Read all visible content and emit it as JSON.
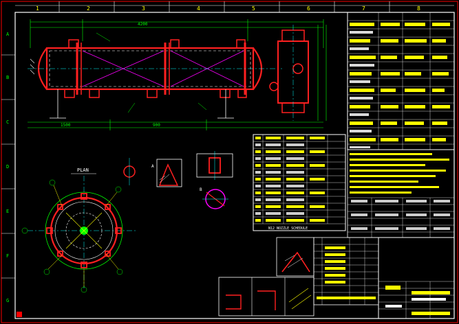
{
  "top_ruler": [
    "1",
    "2",
    "3",
    "4",
    "5",
    "6",
    "7",
    "8"
  ],
  "side_ruler": [
    "A",
    "B",
    "C",
    "D",
    "E",
    "F",
    "G"
  ],
  "labels": {
    "plan": "PLAN",
    "parts_list": "N12 NOZZLE SCHEDULE",
    "detail_a": "A",
    "detail_b": "B",
    "dim_1": "1500",
    "dim_2": "4200",
    "dim_3": "900"
  },
  "colors": {
    "frame": "#ff0000",
    "shell": "#ff2020",
    "dimension": "#00ff00",
    "text": "#ffff00",
    "tube": "#ff00ff",
    "axis": "#00ffff",
    "hatch": "#ffffff"
  }
}
